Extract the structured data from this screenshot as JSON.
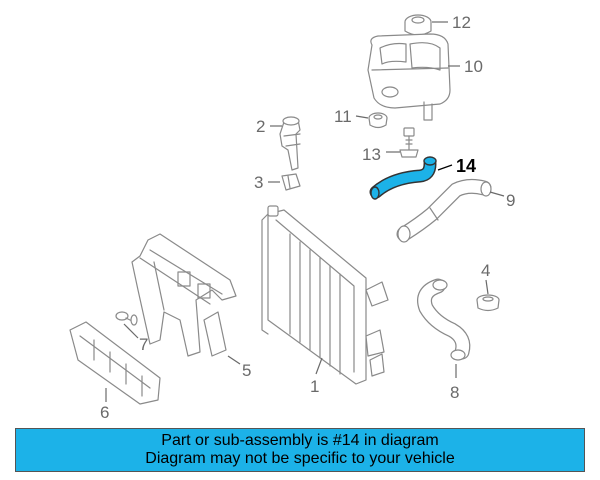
{
  "colors": {
    "banner_background": "#1cb2e8",
    "highlight_part": "#1cb2e8",
    "line_art": "#8a8a8a"
  },
  "callouts": {
    "c1": "1",
    "c2": "2",
    "c3": "3",
    "c4": "4",
    "c5": "5",
    "c6": "6",
    "c7": "7",
    "c8": "8",
    "c9": "9",
    "c10": "10",
    "c11": "11",
    "c12": "12",
    "c13": "13",
    "c14": "14"
  },
  "highlighted_part": "14",
  "banner": {
    "line1": "Part or sub-assembly is #14 in diagram",
    "line2": "Diagram may not be specific to your vehicle"
  }
}
